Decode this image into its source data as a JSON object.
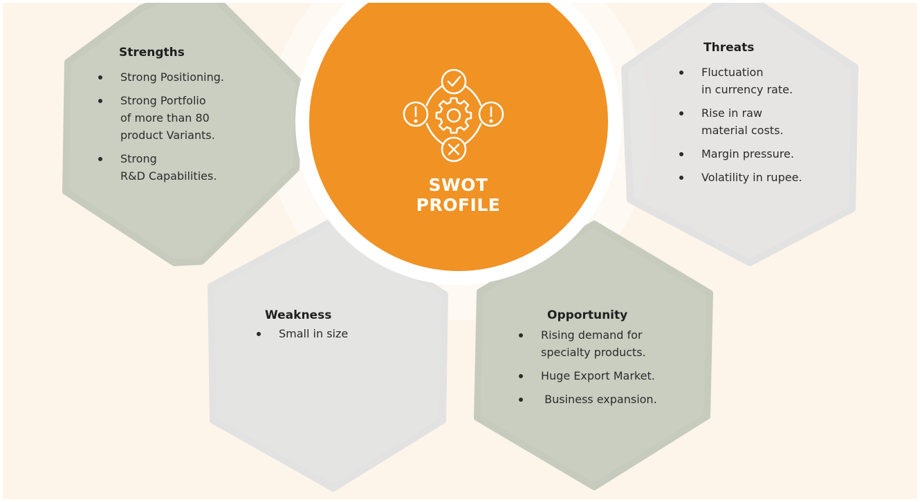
{
  "center": {
    "title": "SWOT PROFILE",
    "icon": "swot-gear-icon"
  },
  "strengths": {
    "title": "Strengths",
    "items": [
      "Strong Positioning.",
      "Strong Portfolio\nof more than 80\nproduct Variants.",
      "Strong\nR&D Capabilities."
    ]
  },
  "threats": {
    "title": "Threats",
    "items": [
      "Fluctuation\nin currency rate.",
      "Rise in raw\nmaterial costs.",
      "Margin pressure.",
      "Volatility in rupee."
    ]
  },
  "weakness": {
    "title": "Weakness",
    "items": [
      "Small in size"
    ]
  },
  "opportunity": {
    "title": "Opportunity",
    "items": [
      "Rising demand for\nspecialty products.",
      "Huge Export Market.",
      " Business expansion."
    ]
  },
  "colors": {
    "background": "#fef5ea",
    "orange": "#f09224",
    "sage": "#c6cbbe",
    "grey": "#e2e2e2",
    "text": "#2b2b2b"
  }
}
